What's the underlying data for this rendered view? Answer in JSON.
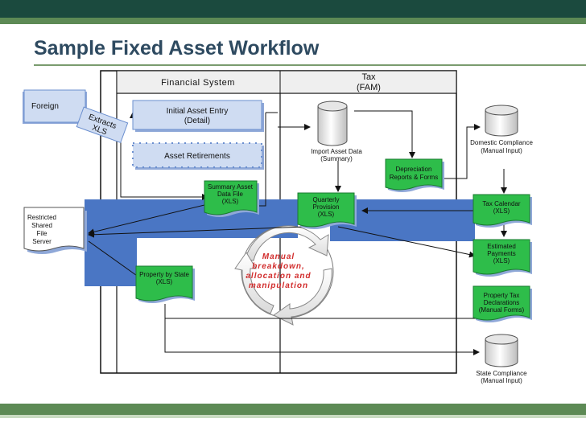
{
  "header": {
    "title": "Sample Fixed Asset Workflow"
  },
  "lanes": {
    "financial": "Financial System",
    "tax_line1": "Tax",
    "tax_line2": "(FAM)"
  },
  "labels": {
    "foreign": "Foreign",
    "extracts_line1": "Extracts",
    "extracts_line2": "XLS",
    "initial_line1": "Initial Asset Entry",
    "initial_line2": "(Detail)",
    "retirements": "Asset Retirements",
    "import_line1": "Import Asset Data",
    "import_line2": "(Summary)",
    "depreciation_line1": "Depreciation",
    "depreciation_line2": "Reports & Forms",
    "domestic_line1": "Domestic Compliance",
    "domestic_line2": "(Manual Input)",
    "summary_line1": "Summary Asset",
    "summary_line2": "Data File",
    "summary_line3": "(XLS)",
    "quarterly_line1": "Quarterly",
    "quarterly_line2": "Provision",
    "quarterly_line3": "(XLS)",
    "taxcal_line1": "Tax Calendar",
    "taxcal_line2": "(XLS)",
    "restricted_line1": "Restricted",
    "restricted_line2": "Shared",
    "restricted_line3": "File",
    "restricted_line4": "Server",
    "estimated_line1": "Estimated",
    "estimated_line2": "Payments",
    "estimated_line3": "(XLS)",
    "manual_line1": "Manual",
    "manual_line2": "breakdown,",
    "manual_line3": "allocation and",
    "manual_line4": "manipulation",
    "property_line1": "Property by State",
    "property_line2": "(XLS)",
    "proptax_line1": "Property Tax",
    "proptax_line2": "Declarations",
    "proptax_line3": "(Manual Forms)",
    "state_line1": "State Compliance",
    "state_line2": "(Manual Input)"
  },
  "colors": {
    "header_bar": "#1b4a3e",
    "accent_green": "#5d8a55",
    "title_blue": "#2e4a60",
    "highlight_blue": "#4a76c4",
    "doc_green": "#2ebd4a",
    "box_blue": "#cfdcf2",
    "box_border": "#6b8fcf"
  }
}
